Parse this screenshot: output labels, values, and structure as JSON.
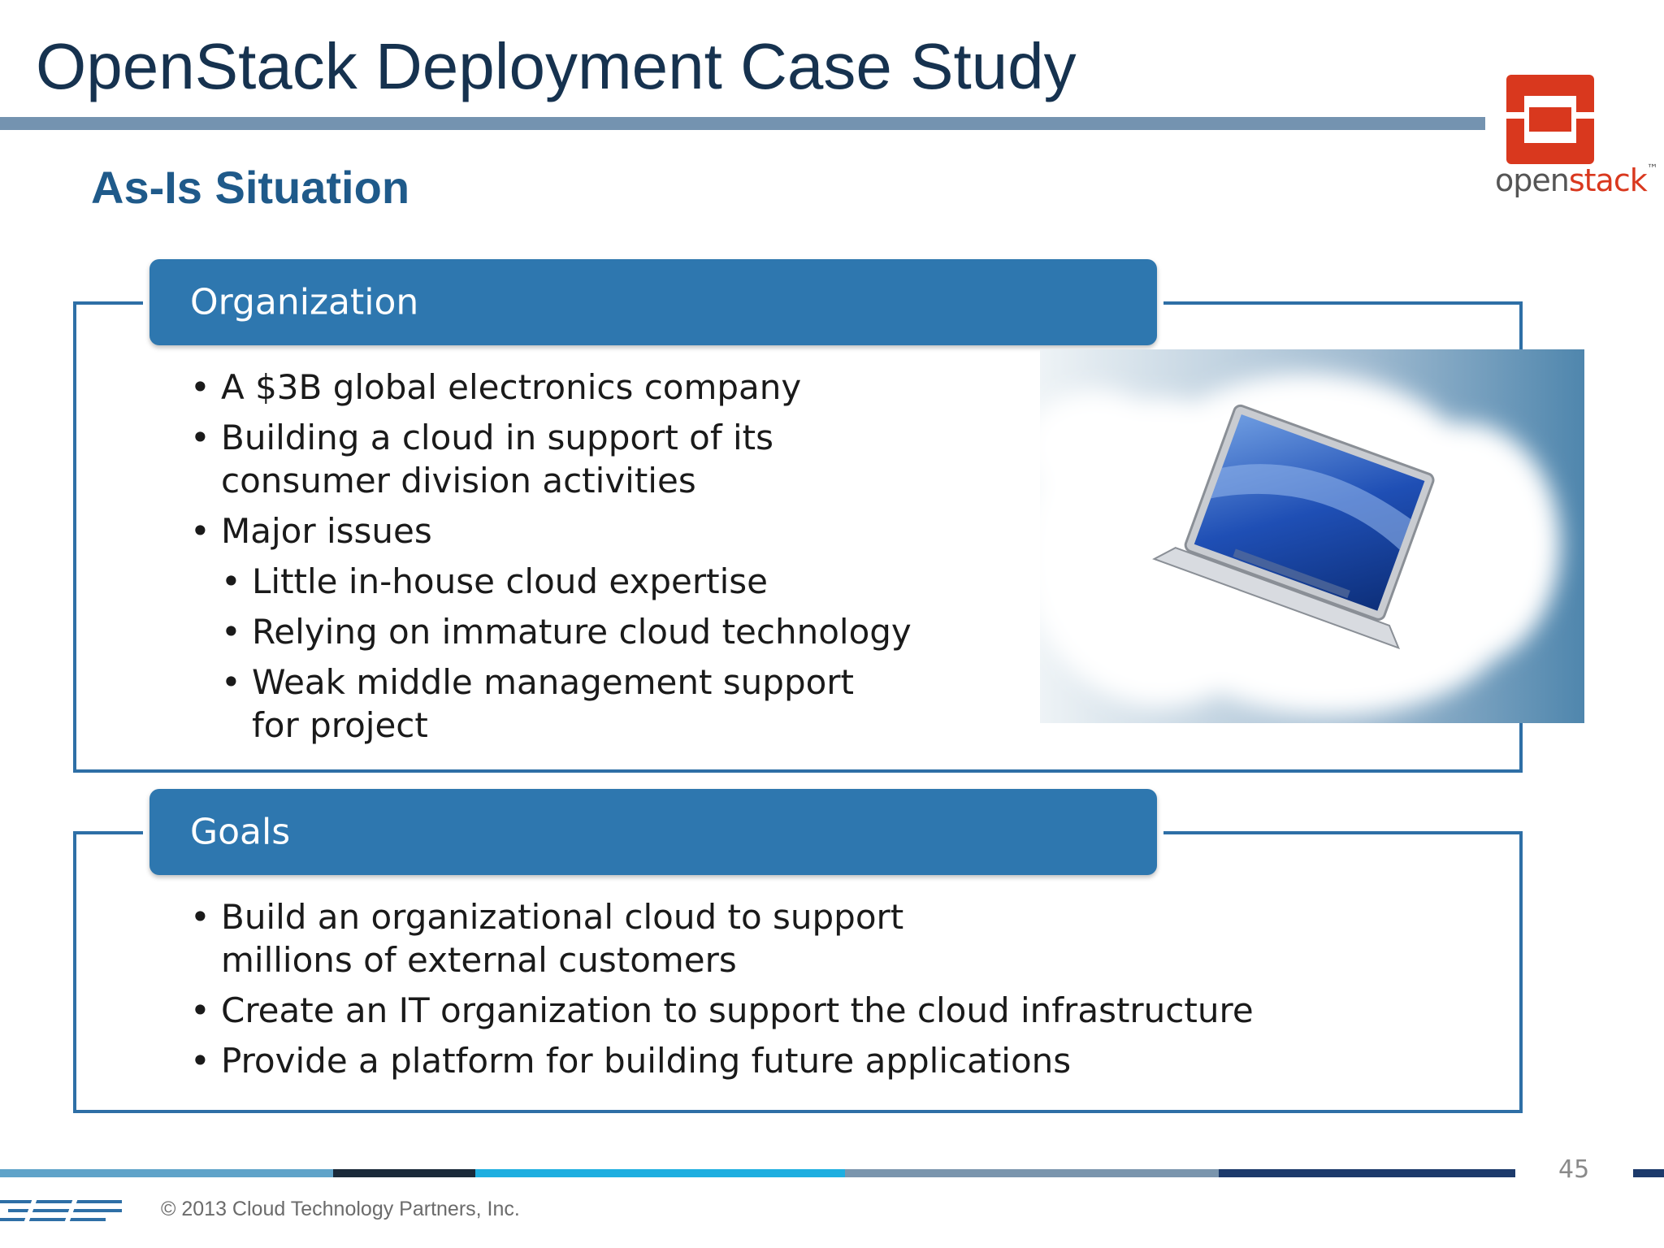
{
  "slide": {
    "title": "OpenStack Deployment Case Study",
    "subtitle": "As-Is Situation",
    "page_number": "45"
  },
  "logo": {
    "text_open": "open",
    "text_stack": "stack",
    "tm": "™",
    "brand_color": "#d9381e"
  },
  "organization": {
    "header": "Organization",
    "bullets": [
      "A $3B global electronics company",
      "Building a cloud in support of its consumer division activities",
      "Major issues"
    ],
    "sub_bullets": [
      "Little in-house cloud expertise",
      "Relying on immature cloud technology",
      "Weak middle management support for project"
    ]
  },
  "goals": {
    "header": "Goals",
    "bullets": [
      "Build an organizational cloud to support millions of external customers",
      "Create an IT organization to support the cloud infrastructure",
      "Provide a platform for building future applications"
    ]
  },
  "image": {
    "icon": "laptop-in-clouds"
  },
  "footer": {
    "copyright": "© 2013 Cloud Technology Partners, Inc."
  },
  "colors": {
    "title": "#16324f",
    "subtitle": "#1f5a8a",
    "header_fill": "#2e77af",
    "frame": "#2e6fa6",
    "rule": "#7493b0"
  }
}
